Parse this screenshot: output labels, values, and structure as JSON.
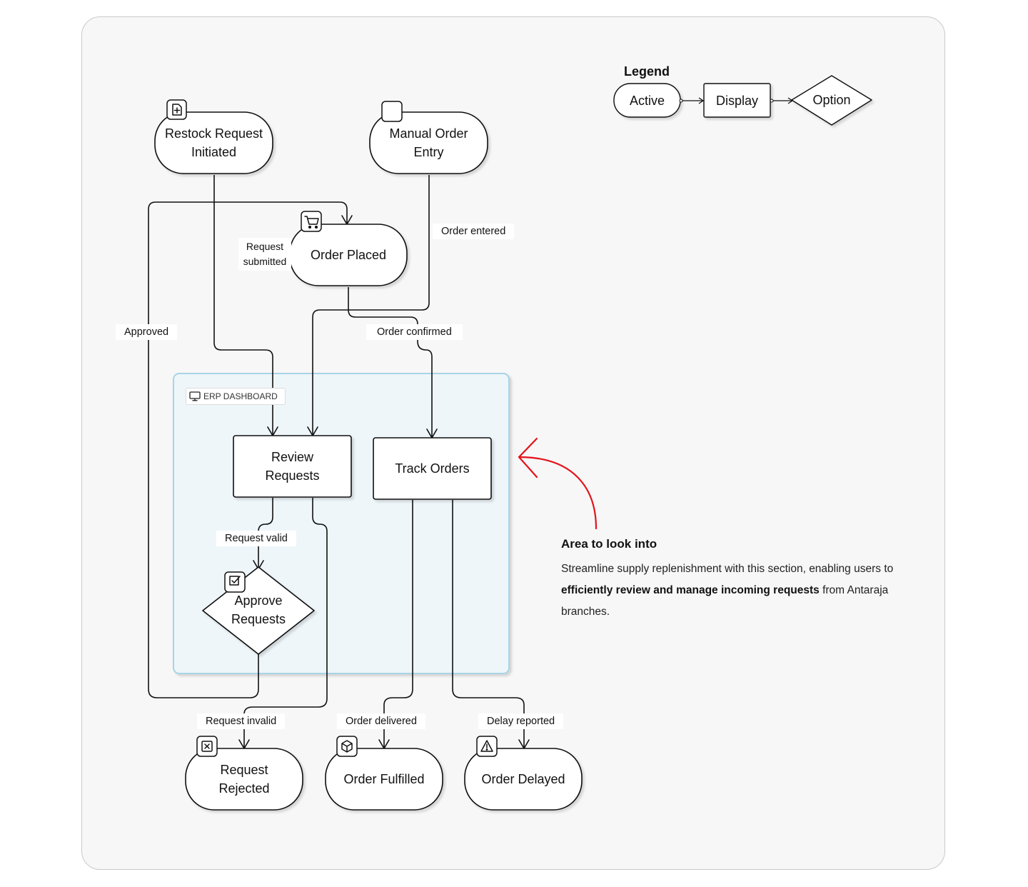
{
  "legend": {
    "title": "Legend",
    "items": [
      {
        "label": "Active",
        "shape": "rounded"
      },
      {
        "label": "Display",
        "shape": "rectangle"
      },
      {
        "label": "Option",
        "shape": "diamond"
      }
    ]
  },
  "nodes": {
    "restock_request": {
      "label": "Restock Request\nInitiated",
      "icon": "file-plus-icon"
    },
    "manual_order": {
      "label": "Manual Order\nEntry",
      "icon": "blank-square-icon"
    },
    "order_placed": {
      "label": "Order Placed",
      "icon": "shopping-cart-icon"
    },
    "review_requests": {
      "label": "Review\nRequests"
    },
    "track_orders": {
      "label": "Track Orders"
    },
    "approve_requests": {
      "label": "Approve\nRequests",
      "icon": "checkbox-icon"
    },
    "request_rejected": {
      "label": "Request\nRejected",
      "icon": "x-square-icon"
    },
    "order_fulfilled": {
      "label": "Order Fulfilled",
      "icon": "package-icon"
    },
    "order_delayed": {
      "label": "Order Delayed",
      "icon": "warning-icon"
    }
  },
  "edges": {
    "request_submitted": "Request\nsubmitted",
    "order_entered": "Order entered",
    "approved": "Approved",
    "order_confirmed": "Order confirmed",
    "request_valid": "Request valid",
    "request_invalid": "Request invalid",
    "order_delivered": "Order delivered",
    "delay_reported": "Delay reported"
  },
  "group": {
    "label": "ERP DASHBOARD",
    "icon": "monitor-icon"
  },
  "annotation": {
    "title": "Area to look into",
    "body_start": "Streamline supply replenishment with this section, enabling users to ",
    "body_bold": "efficiently review and manage incoming requests",
    "body_end": " from Antaraja branches.",
    "arrow_color": "#e3131b"
  },
  "colors": {
    "group_fill": "#eef6fa",
    "group_border": "#a9d4e6",
    "stroke": "#111111"
  }
}
